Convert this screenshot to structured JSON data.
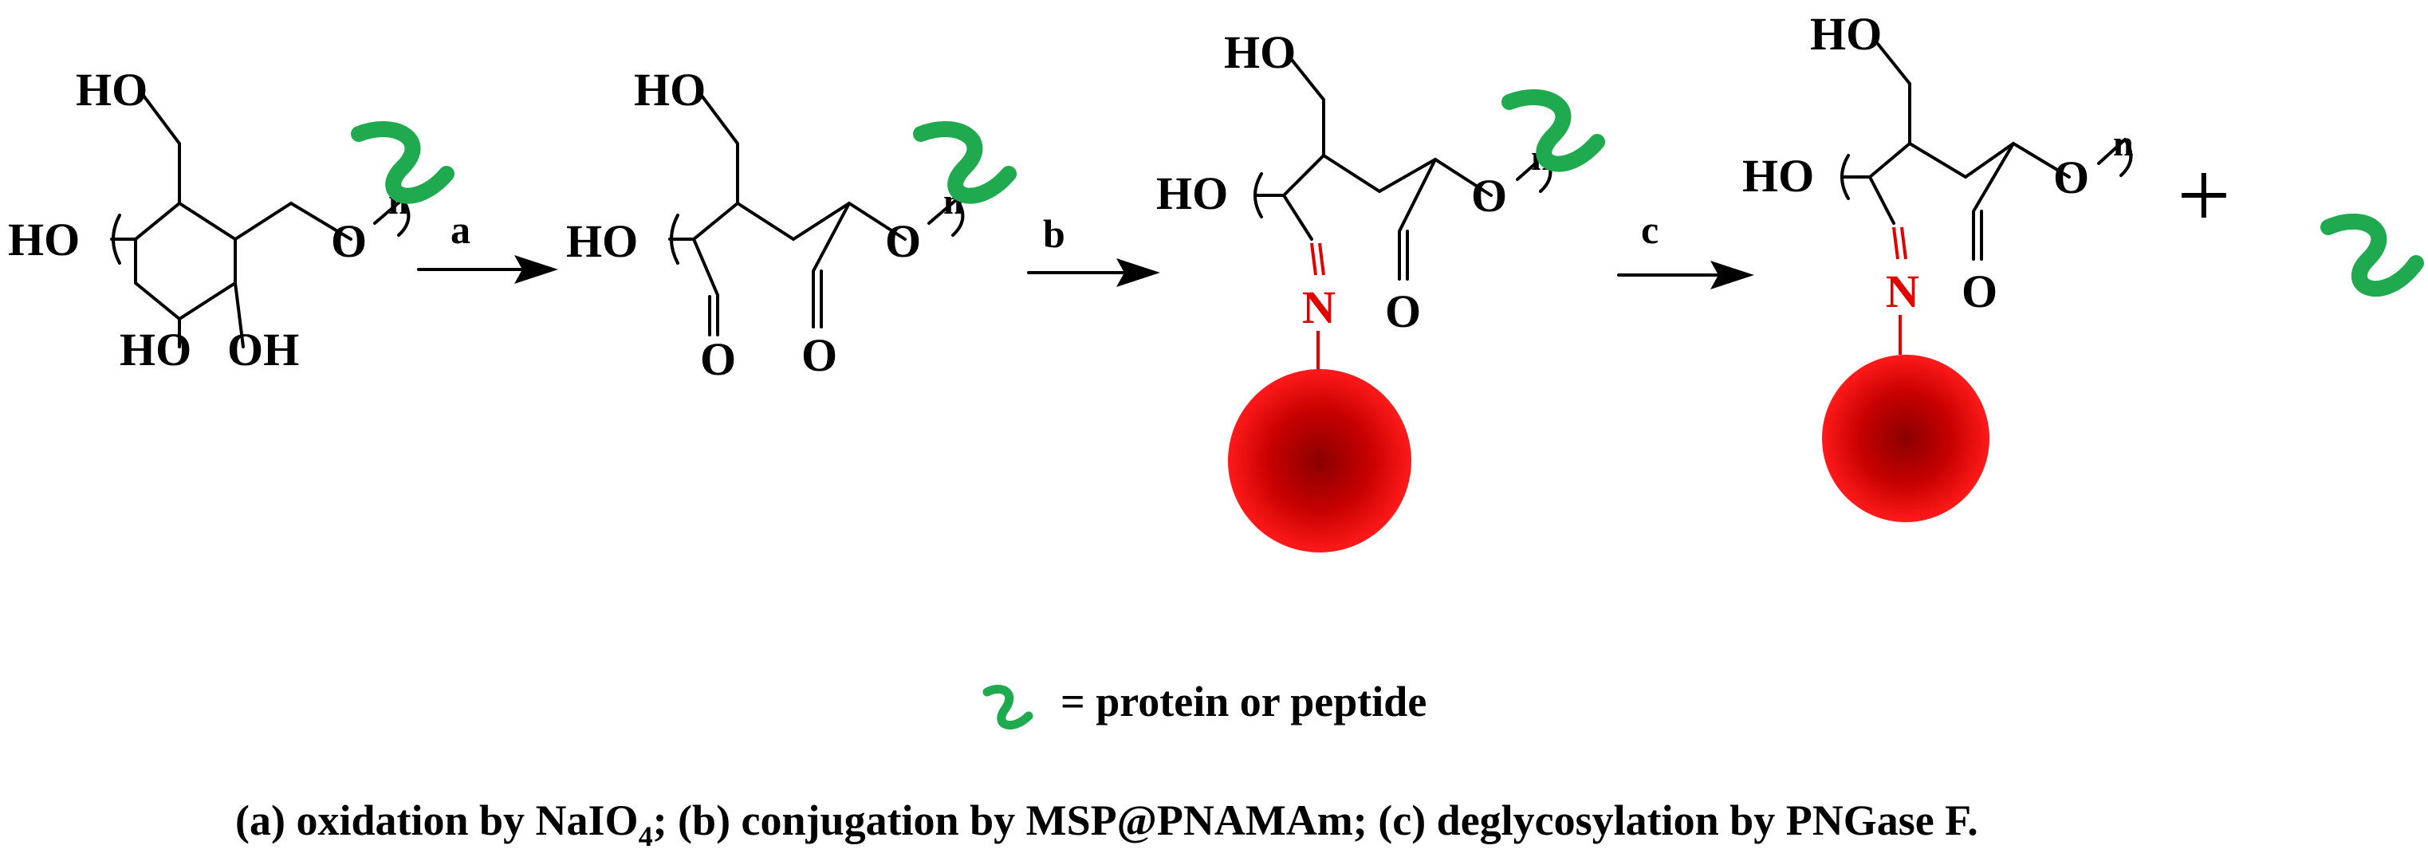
{
  "labels": {
    "ho": "HO",
    "oh": "OH",
    "o": "O",
    "n": "n",
    "nitrogen": "N"
  },
  "steps": {
    "a": "a",
    "b": "b",
    "c": "c"
  },
  "plus": "+",
  "legend": {
    "text": "= protein or peptide",
    "icon": "green-wave-icon"
  },
  "caption": {
    "part1": "(a) oxidation by NaIO",
    "sub": "4",
    "part2": "; (b) conjugation by MSP@PNAMAm; (c) deglycosylation by PNGase F."
  },
  "colors": {
    "peptide": "#1faa4f",
    "imine": "#e00000",
    "bead_core": "#8b0000",
    "bead_edge": "#ff1a1a"
  }
}
